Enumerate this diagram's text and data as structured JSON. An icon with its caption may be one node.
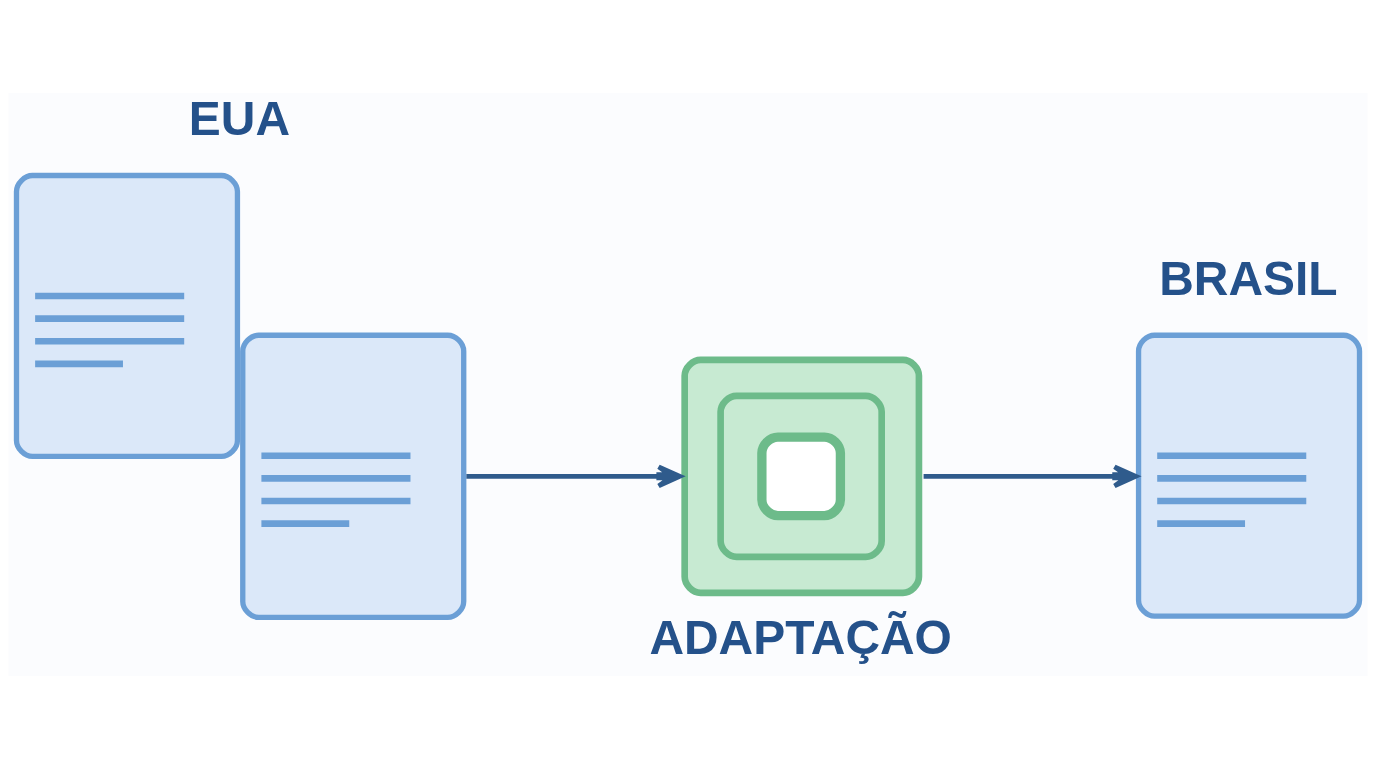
{
  "diagram": {
    "nodes": [
      {
        "text": [
          "EUA"
        ]
      },
      {
        "text": [
          "ADAPTAÇÃO"
        ]
      },
      {
        "text": [
          "BRASIL"
        ]
      }
    ],
    "edges": [
      {
        "from": 0,
        "to": 1,
        "arrow": "to"
      },
      {
        "from": 1,
        "to": 2,
        "arrow": "to"
      }
    ]
  }
}
